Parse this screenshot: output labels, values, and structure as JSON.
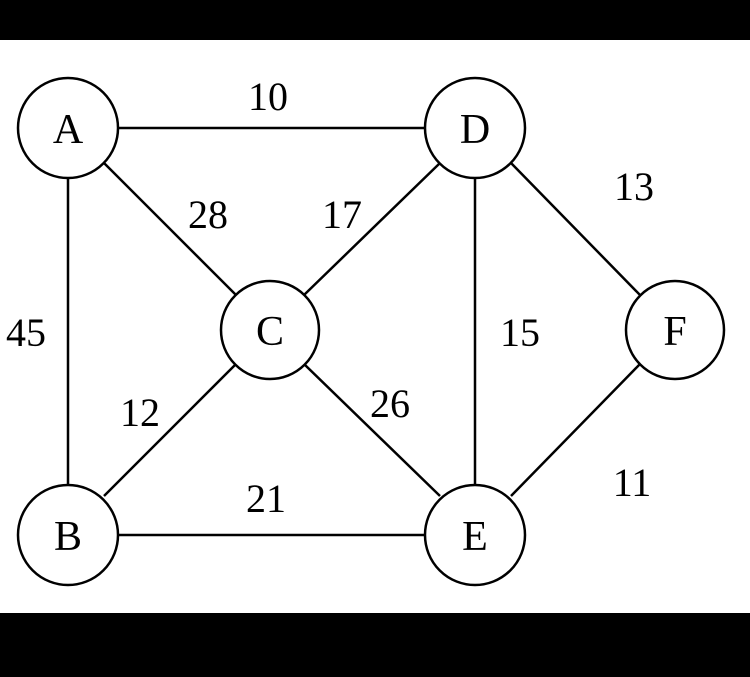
{
  "graph": {
    "nodes": [
      {
        "id": "A",
        "label": "A"
      },
      {
        "id": "B",
        "label": "B"
      },
      {
        "id": "C",
        "label": "C"
      },
      {
        "id": "D",
        "label": "D"
      },
      {
        "id": "E",
        "label": "E"
      },
      {
        "id": "F",
        "label": "F"
      }
    ],
    "edges": [
      {
        "from": "A",
        "to": "D",
        "weight": "10"
      },
      {
        "from": "A",
        "to": "C",
        "weight": "28"
      },
      {
        "from": "A",
        "to": "B",
        "weight": "45"
      },
      {
        "from": "D",
        "to": "C",
        "weight": "17"
      },
      {
        "from": "D",
        "to": "E",
        "weight": "15"
      },
      {
        "from": "D",
        "to": "F",
        "weight": "13"
      },
      {
        "from": "C",
        "to": "B",
        "weight": "12"
      },
      {
        "from": "C",
        "to": "E",
        "weight": "26"
      },
      {
        "from": "B",
        "to": "E",
        "weight": "21"
      },
      {
        "from": "F",
        "to": "E",
        "weight": "11"
      }
    ]
  }
}
